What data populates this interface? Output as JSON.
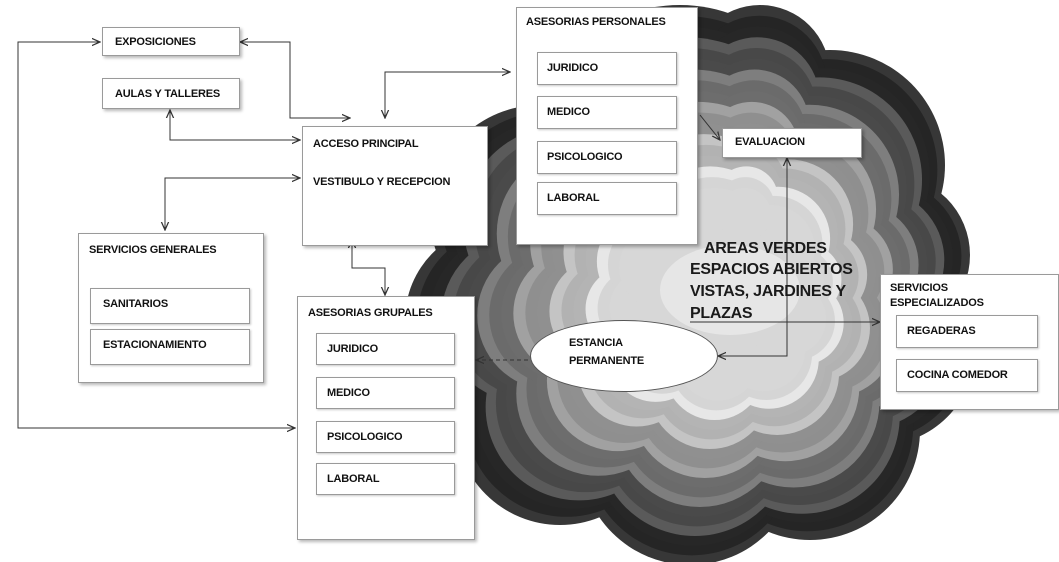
{
  "diagram": {
    "exposiciones": "EXPOSICIONES",
    "aulas_talleres": "AULAS Y TALLERES",
    "acceso_principal": "ACCESO PRINCIPAL",
    "vestibulo_recepcion": "VESTIBULO Y RECEPCION",
    "servicios_generales": {
      "title": "SERVICIOS GENERALES",
      "items": [
        "SANITARIOS",
        "ESTACIONAMIENTO"
      ]
    },
    "asesorias_personales": {
      "title": "ASESORIAS PERSONALES",
      "items": [
        "JURIDICO",
        "MEDICO",
        "PSICOLOGICO",
        "LABORAL"
      ]
    },
    "asesorias_grupales": {
      "title": "ASESORIAS GRUPALES",
      "items": [
        "JURIDICO",
        "MEDICO",
        "PSICOLOGICO",
        "LABORAL"
      ]
    },
    "evaluacion": "EVALUACION",
    "areas_verdes": [
      "AREAS VERDES",
      "ESPACIOS ABIERTOS",
      "VISTAS, JARDINES  Y",
      "PLAZAS"
    ],
    "estancia_permanente": [
      "ESTANCIA",
      "PERMANENTE"
    ],
    "servicios_especializados": {
      "title": [
        "SERVICIOS",
        "ESPECIALIZADOS"
      ],
      "items": [
        "REGADERAS",
        "COCINA COMEDOR"
      ]
    }
  },
  "colors": {
    "cloud_dark": "#1a1a1a",
    "cloud_light": "#ffffff",
    "border": "#9a9a9a",
    "arrow": "#333333"
  }
}
